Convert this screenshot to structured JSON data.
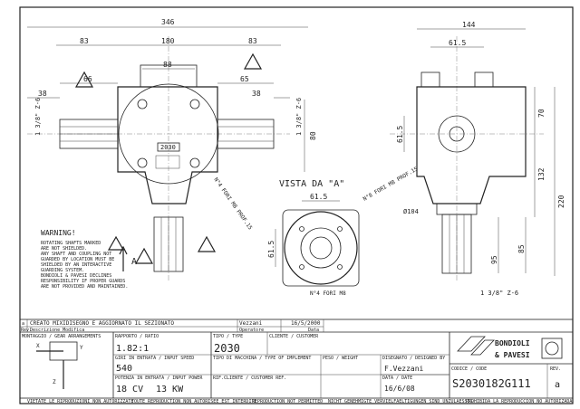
{
  "drawing": {
    "front_view": {
      "dims": {
        "overall": "346",
        "left": "83",
        "center": "180",
        "right": "83",
        "bolt_spacing": "88",
        "left_inner": "66",
        "right_inner": "65",
        "left_shaft": "38",
        "right_shaft": "38",
        "left_spline": "1 3/8\" Z-6",
        "right_spline": "1 3/8\" Z-6",
        "height": "80"
      },
      "nameplate": "2030",
      "holes_note": "N°4 FORI M8 PROF.15",
      "view_marker": "A"
    },
    "side_view": {
      "dims": {
        "width": "144",
        "bolt": "61.5",
        "upper": "70",
        "flange": "61.5",
        "mid": "132",
        "total": "220",
        "shaft_a": "95",
        "shaft_b": "85",
        "spline": "1 3/8\" Z-6",
        "diameter": "Ø104"
      },
      "holes_note": "N°8 FORI M8 PROF.15"
    },
    "view_a": {
      "title": "VISTA DA \"A\"",
      "dim_h": "61.5",
      "dim_v": "61.5",
      "holes_note": "N°4 FORI M8"
    }
  },
  "warning": {
    "title": "WARNING!",
    "lines": [
      "ROTATING SHAFTS MARKED",
      "ARE NOT SHIELDED.",
      "ANY SHAFT AND COUPLING NOT",
      "GUARDED BY LOCATION MUST BE",
      "SHIELDED BY AN INTERACTIVE",
      "GUARDING SYSTEM.",
      "BONDIOLI & PAVESI DECLINES",
      "RESPONSIBILITY IF PROPER GUARDS",
      "ARE NOT PROVIDED AND MAINTAINED."
    ]
  },
  "title_block": {
    "revision": {
      "rev": "a",
      "description": "CREATO MIXIDISEGNO E AGGIORNATO IL SEZIONATO",
      "operator": "Vezzani",
      "date": "16/5/2000",
      "hdr_rev": "Rev.",
      "hdr_desc": "Descrizione Modifica",
      "hdr_operator": "Operatore",
      "hdr_date": "Data"
    },
    "arrangement_label": "MONTAGGIO / GEAR ARRANGEMENTS",
    "arrangement_letters": [
      "X",
      "Y",
      "Z"
    ],
    "ratio_label": "RAPPORTO / RATIO",
    "ratio": "1.82:1",
    "type_label": "TIPO / TYPE",
    "type": "2030",
    "customer_label": "CLIENTE / CUSTOMER",
    "customer": "",
    "speed_label": "GIRI IN ENTRATA / INPUT SPEED",
    "speed": "540",
    "implement_label": "TIPO DI MACCHINA / TYPE OF IMPLEMENT",
    "implement": "",
    "weight_label": "PESO / WEIGHT",
    "weight": "",
    "designer_label": "DISEGNATO / DESIGNED BY",
    "designer": "F.Vezzani",
    "power_label": "POTENZA IN ENTRATA / INPUT POWER",
    "power_cv": "18 CV",
    "power_kw": "13 KW",
    "ref_label": "RIF.CLIENTE / CUSTOMER REF.",
    "ref": "",
    "date_label": "DATA / DATE",
    "date": "16/6/08",
    "code_label": "CODICE / CODE",
    "code": "S2030182G111",
    "rev_label": "REV.",
    "rev": "a",
    "logo": "BONDIOLI & PAVESI"
  },
  "footer": [
    "VIETATE LE RIPRODUZIONI NON AUTORIZZATE",
    "TOUTE REPRODUCTION NON AUTORISEE EST INTERDITE",
    "REPRODUCTION NOT PERMITTED",
    "NICHT GENEHMIGTE VERVIELFAELTIGUNGEN SIND UNZULAESSIG",
    "PROHIBIDA LA REPRODUCCION NO AUTORIZADA"
  ]
}
